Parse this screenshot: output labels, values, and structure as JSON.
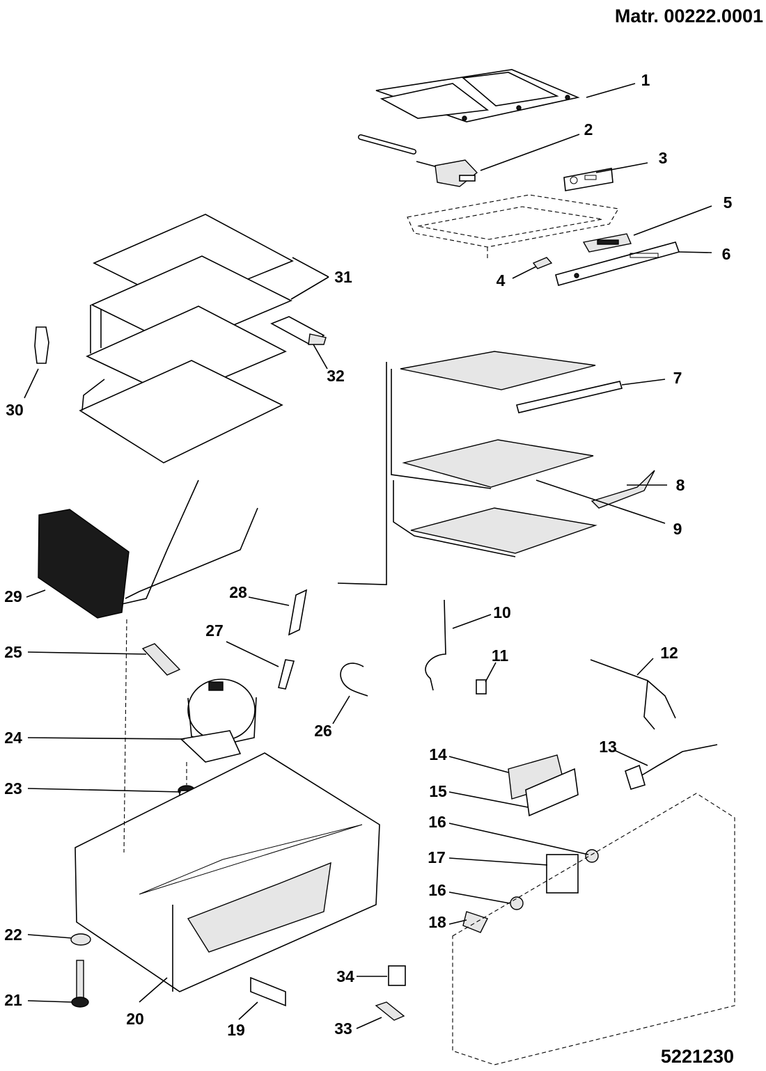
{
  "header": {
    "material_number": "Matr. 00222.0001"
  },
  "footer": {
    "drawing_number": "5221230"
  },
  "callouts": {
    "c1": "1",
    "c2": "2",
    "c3": "3",
    "c4": "4",
    "c5": "5",
    "c6": "6",
    "c7": "7",
    "c8": "8",
    "c9": "9",
    "c10": "10",
    "c11": "11",
    "c12": "12",
    "c13": "13",
    "c14": "14",
    "c15": "15",
    "c16a": "16",
    "c16b": "16",
    "c17": "17",
    "c18": "18",
    "c19": "19",
    "c20": "20",
    "c21": "21",
    "c22": "22",
    "c23": "23",
    "c24": "24",
    "c25": "25",
    "c26": "26",
    "c27": "27",
    "c28": "28",
    "c29": "29",
    "c30": "30",
    "c31": "31",
    "c32": "32",
    "c33": "33",
    "c34": "34"
  }
}
